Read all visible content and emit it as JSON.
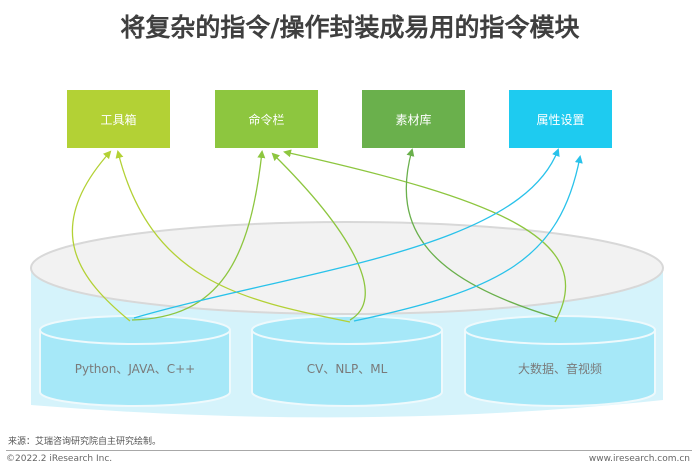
{
  "title": "将复杂的指令/操作封装成易用的指令模块",
  "modules": [
    {
      "label": "工具箱",
      "color": "#b3d135"
    },
    {
      "label": "命令栏",
      "color": "#8dc63f"
    },
    {
      "label": "素材库",
      "color": "#6ab04c"
    },
    {
      "label": "属性设置",
      "color": "#1ecbf0"
    }
  ],
  "databases": [
    {
      "label": "Python、JAVA、C++"
    },
    {
      "label": "CV、NLP、ML"
    },
    {
      "label": "大数据、音视频"
    }
  ],
  "colors": {
    "platform_fill": "#d5f3fb",
    "platform_top": "#f2f2f2",
    "db_fill": "#a6e8f8",
    "arrow_cyan": "#29c2ea"
  },
  "footer": {
    "source": "来源：艾瑞咨询研究院自主研究绘制。",
    "copyright": "©2022.2 iResearch Inc.",
    "website": "www.iresearch.com.cn"
  }
}
